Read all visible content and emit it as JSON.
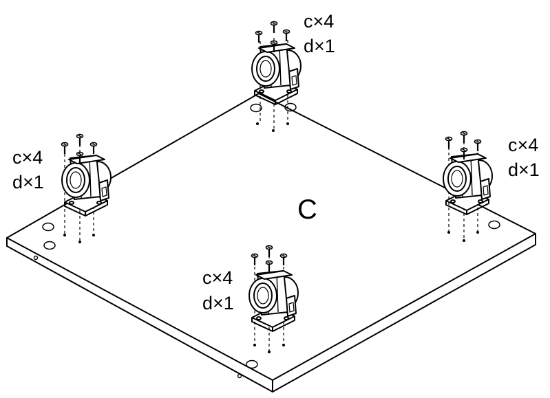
{
  "panel_label": "C",
  "casters": [
    {
      "id": "top",
      "screws": "c×4",
      "caster": "d×1"
    },
    {
      "id": "left",
      "screws": "c×4",
      "caster": "d×1"
    },
    {
      "id": "right",
      "screws": "c×4",
      "caster": "d×1"
    },
    {
      "id": "bottom",
      "screws": "c×4",
      "caster": "d×1"
    }
  ],
  "colors": {
    "line": "#000000",
    "background": "#ffffff"
  }
}
